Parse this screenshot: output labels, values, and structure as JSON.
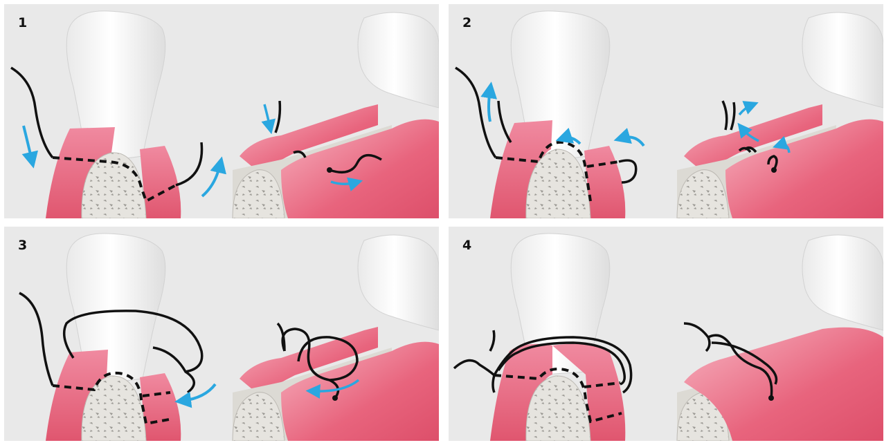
{
  "panels": [
    {
      "step": "1"
    },
    {
      "step": "2"
    },
    {
      "step": "3"
    },
    {
      "step": "4"
    }
  ],
  "colors": {
    "background": "#e9e9e9",
    "gum": "#e5657f",
    "gum_light": "#f4a6b6",
    "bone": "#e3e1dc",
    "tooth": "#f7f7f7",
    "suture": "#111111",
    "arrow": "#2aa7e0"
  }
}
